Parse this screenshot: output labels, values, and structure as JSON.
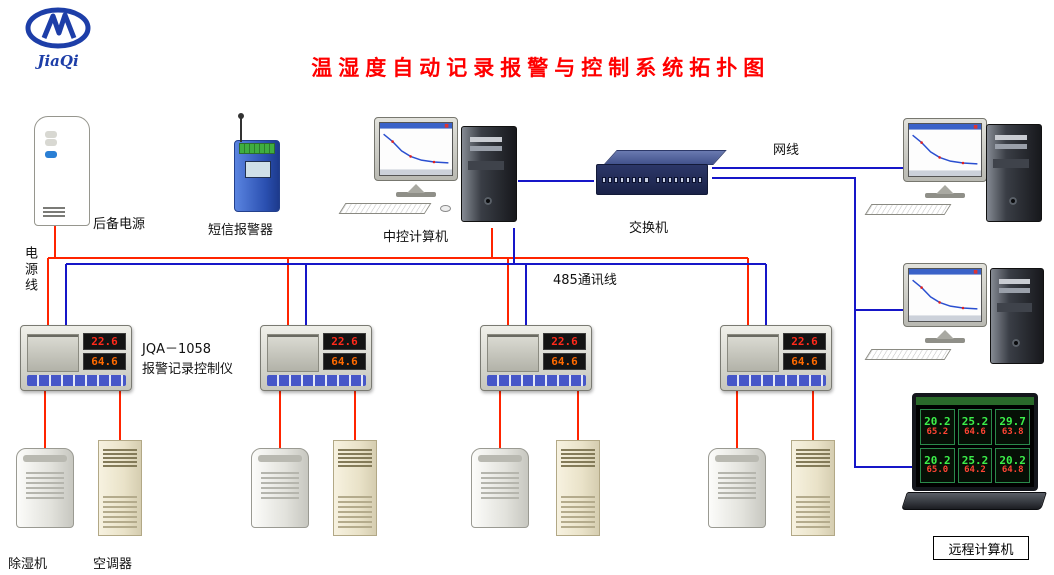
{
  "title": "温湿度自动记录报警与控制系统拓扑图",
  "logo": {
    "brand": "JiaQi"
  },
  "nodes": {
    "ups_label": "后备电源",
    "sms_label": "短信报警器",
    "central_pc_label": "中控计算机",
    "switch_label": "交换机",
    "remote_pc_label": "远程计算机",
    "dehumidifier_label": "除湿机",
    "ac_label": "空调器"
  },
  "wires": {
    "net_cable_label": "网线",
    "power_line_label": "电源线",
    "comm_line_label": "485通讯线"
  },
  "controller": {
    "model": "JQA－1058",
    "name": "报警记录控制仪",
    "pv": "22.6",
    "sv": "64.6"
  },
  "laptop": {
    "cells": [
      {
        "g": "20.2",
        "r": "65.2"
      },
      {
        "g": "25.2",
        "r": "64.6"
      },
      {
        "g": "29.7",
        "r": "63.8"
      },
      {
        "g": "20.2",
        "r": "65.0"
      },
      {
        "g": "25.2",
        "r": "64.2"
      },
      {
        "g": "20.2",
        "r": "64.8"
      }
    ]
  },
  "colors": {
    "power_wire": "#ff2400",
    "comm_wire": "#1616c8",
    "title": "#ff0000",
    "logo_blue": "#1d3ea8",
    "pv_color": "#ff2a1a",
    "sv_color": "#ff6a00"
  }
}
